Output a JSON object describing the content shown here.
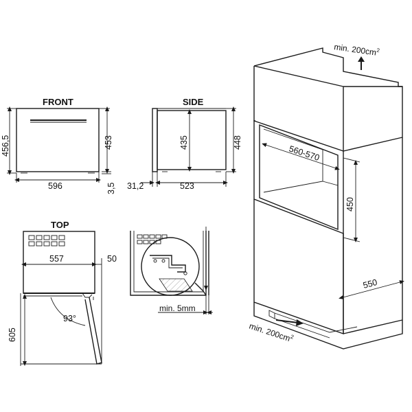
{
  "views": {
    "front": "FRONT",
    "side": "SIDE",
    "top": "TOP"
  },
  "dimensions": {
    "front_height_total": "456,5",
    "front_height": "453",
    "front_width": "596",
    "front_foot": "3,5",
    "side_depth_offset": "31,2",
    "side_depth": "523",
    "side_height_inner": "435",
    "side_height": "448",
    "top_width": "557",
    "top_gap": "50",
    "door_angle": "93°",
    "door_swing": "605",
    "min_gap": "min. 5mm",
    "niche_width": "560-570",
    "niche_height": "450",
    "cabinet_depth": "550",
    "vent_top": "min. 200cm",
    "vent_top_sup": "2",
    "vent_bottom": "min. 200cm",
    "vent_bottom_sup": "2"
  }
}
